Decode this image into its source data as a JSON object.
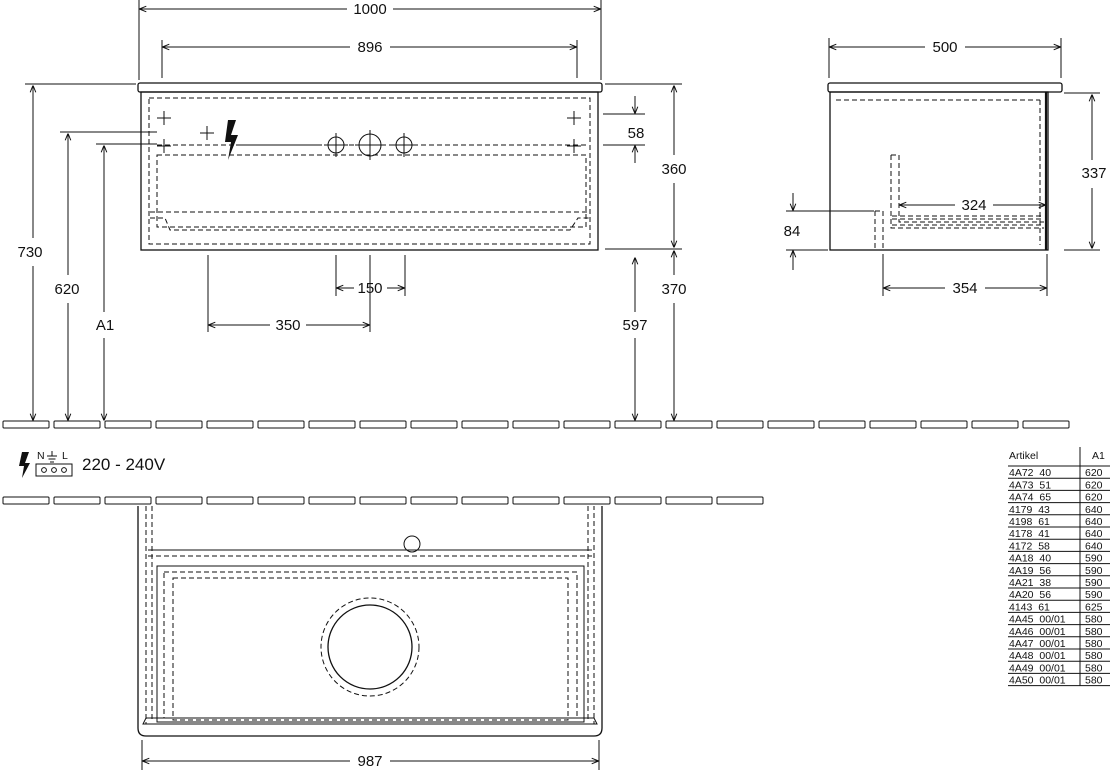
{
  "dimensions": {
    "front_width": "1000",
    "inner_width": "896",
    "side_depth": "500",
    "height_total": "730",
    "height_620": "620",
    "a1_label": "A1",
    "cabinet_height": "360",
    "upper_offset": "58",
    "lower_height": "370",
    "floor_to_bottom": "597",
    "drain_spacing": "150",
    "drain_offset": "350",
    "side_height": "337",
    "side_inner_depth": "324",
    "side_gap": "84",
    "side_bottom_depth": "354",
    "top_view_width": "987"
  },
  "electrical": {
    "voltage": "220 - 240V",
    "n_label": "N",
    "l_label": "L"
  },
  "article_table": {
    "headers": [
      "Artikel",
      "A1"
    ],
    "rows": [
      [
        "4A72  40",
        "620"
      ],
      [
        "4A73  51",
        "620"
      ],
      [
        "4A74  65",
        "620"
      ],
      [
        "4179  43",
        "640"
      ],
      [
        "4198  61",
        "640"
      ],
      [
        "4178  41",
        "640"
      ],
      [
        "4172  58",
        "640"
      ],
      [
        "4A18  40",
        "590"
      ],
      [
        "4A19  56",
        "590"
      ],
      [
        "4A21  38",
        "590"
      ],
      [
        "4A20  56",
        "590"
      ],
      [
        "4143  61",
        "625"
      ],
      [
        "4A45  00/01",
        "580"
      ],
      [
        "4A46  00/01",
        "580"
      ],
      [
        "4A47  00/01",
        "580"
      ],
      [
        "4A48  00/01",
        "580"
      ],
      [
        "4A49  00/01",
        "580"
      ],
      [
        "4A50  00/01",
        "580"
      ]
    ]
  }
}
